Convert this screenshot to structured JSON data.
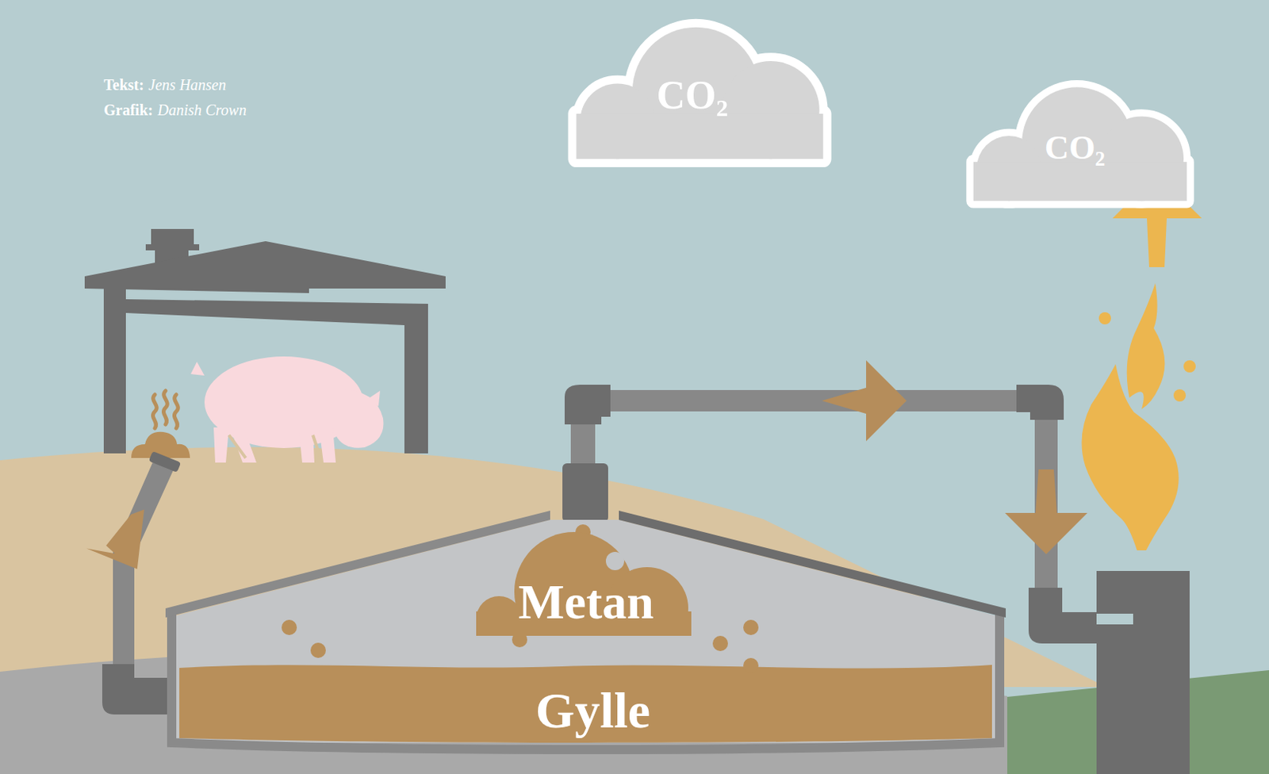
{
  "diagram": {
    "nodes": [
      {
        "text": [
          "CO₂"
        ]
      },
      {
        "text": [
          "CO₂"
        ]
      },
      {
        "text": [
          "Gylle"
        ]
      },
      {
        "text": [
          "Metan"
        ],
        "in": 2
      }
    ],
    "labels": [
      "Tekst:",
      "Jens Hansen",
      "Grafik:",
      "Danish Crown"
    ]
  }
}
